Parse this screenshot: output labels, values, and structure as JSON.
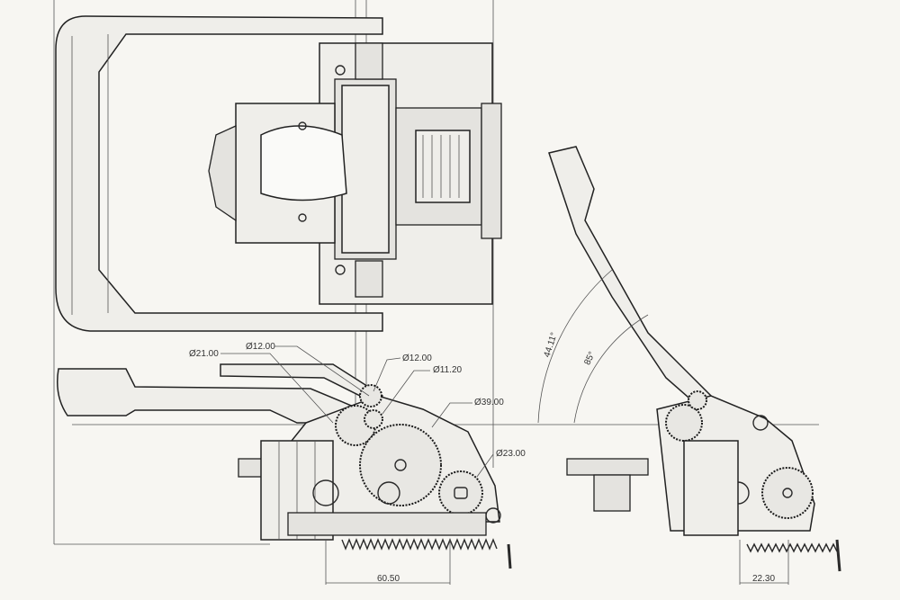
{
  "dimensions": {
    "d21": "Ø21.00",
    "d12a": "Ø12.00",
    "d12b": "Ø12.00",
    "d11": "Ø11.20",
    "d39": "Ø39.00",
    "d23": "Ø23.00",
    "len1": "60.50",
    "len2": "22.30",
    "angle1": "44.11°",
    "angle2": "85°"
  }
}
